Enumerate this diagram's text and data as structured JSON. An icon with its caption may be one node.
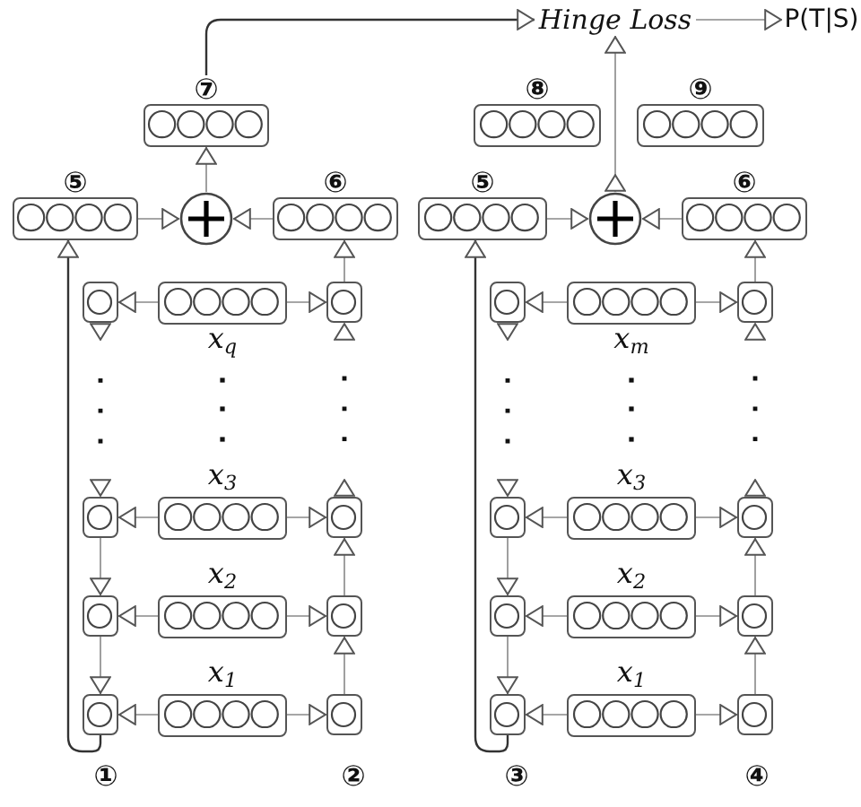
{
  "diagram": {
    "nodes": [
      {
        "text": [
          "⑦"
        ]
      },
      {
        "text": [
          "Hinge Loss"
        ]
      },
      {
        "text": [
          "P(T|S)"
        ]
      },
      {
        "text": [
          "⑧"
        ]
      },
      {
        "text": [
          "⑨"
        ]
      },
      {
        "text": [
          "⑤"
        ]
      },
      {
        "text": [],
        "shape": "circle"
      },
      {
        "text": [
          "⑥"
        ]
      },
      {
        "text": [
          "⑤"
        ]
      },
      {
        "text": [],
        "shape": "circle"
      },
      {
        "text": [
          "⑥"
        ]
      },
      {
        "text": [],
        "shape": "box"
      },
      {
        "text": [],
        "shape": "box",
        "beside": [
          "x$_{q}$"
        ]
      },
      {
        "text": [],
        "shape": "box"
      },
      {
        "text": [],
        "shape": "box"
      },
      {
        "text": [],
        "shape": "box",
        "beside": [
          "x$_{3}$"
        ]
      },
      {
        "text": [],
        "shape": "box"
      },
      {
        "text": [],
        "shape": "box"
      },
      {
        "text": [],
        "shape": "box",
        "beside": [
          "x$_{2}$"
        ]
      },
      {
        "text": [],
        "shape": "box"
      },
      {
        "text": [],
        "shape": "box"
      },
      {
        "text": [],
        "shape": "box",
        "beside": [
          "x$_{1}$"
        ]
      },
      {
        "text": [],
        "shape": "box"
      },
      {
        "text": [],
        "shape": "box"
      },
      {
        "text": [],
        "shape": "box",
        "beside": [
          "x$_{m}$"
        ]
      },
      {
        "text": [],
        "shape": "box"
      },
      {
        "text": [],
        "shape": "box"
      },
      {
        "text": [],
        "shape": "box",
        "beside": [
          "x$_{3}$"
        ]
      },
      {
        "text": [],
        "shape": "box"
      },
      {
        "text": [],
        "shape": "box"
      },
      {
        "text": [],
        "shape": "box",
        "beside": [
          "x$_{2}$"
        ]
      },
      {
        "text": [],
        "shape": "box"
      },
      {
        "text": [],
        "shape": "box"
      },
      {
        "text": [],
        "shape": "box",
        "beside": [
          "x$_{1}$"
        ]
      },
      {
        "text": [],
        "shape": "box"
      }
    ],
    "edges": [
      {
        "from": 12,
        "to": 11,
        "arrow": "to"
      },
      {
        "from": 12,
        "to": 13,
        "arrow": "to"
      },
      {
        "from": 15,
        "to": 14,
        "arrow": "to"
      },
      {
        "from": 15,
        "to": 16,
        "arrow": "to"
      },
      {
        "from": 18,
        "to": 17,
        "arrow": "to"
      },
      {
        "from": 18,
        "to": 19,
        "arrow": "to"
      },
      {
        "from": 21,
        "to": 20,
        "arrow": "to"
      },
      {
        "from": 21,
        "to": 22,
        "arrow": "to"
      },
      {
        "from": 11,
        "to": 14,
        "arrow": "to",
        "style": "dashed",
        "color": "#111111"
      },
      {
        "from": 14,
        "to": 17,
        "arrow": "to"
      },
      {
        "from": 17,
        "to": 20,
        "arrow": "to"
      },
      {
        "from": 22,
        "to": 19,
        "arrow": "to"
      },
      {
        "from": 19,
        "to": 16,
        "arrow": "to"
      },
      {
        "from": 16,
        "to": 13,
        "arrow": "to",
        "style": "dashed",
        "color": "#111111"
      },
      {
        "from": 20,
        "to": 5,
        "arrow": "to"
      },
      {
        "from": 13,
        "to": 7,
        "arrow": "to"
      },
      {
        "from": 5,
        "to": 6,
        "arrow": "to"
      },
      {
        "from": 7,
        "to": 6,
        "arrow": "to"
      },
      {
        "from": 6,
        "to": 0,
        "arrow": "to"
      },
      {
        "from": 24,
        "to": 23,
        "arrow": "to"
      },
      {
        "from": 24,
        "to": 25,
        "arrow": "to"
      },
      {
        "from": 27,
        "to": 26,
        "arrow": "to"
      },
      {
        "from": 27,
        "to": 28,
        "arrow": "to"
      },
      {
        "from": 30,
        "to": 29,
        "arrow": "to"
      },
      {
        "from": 30,
        "to": 31,
        "arrow": "to"
      },
      {
        "from": 33,
        "to": 32,
        "arrow": "to"
      },
      {
        "from": 33,
        "to": 34,
        "arrow": "to"
      },
      {
        "from": 23,
        "to": 26,
        "arrow": "to",
        "style": "dashed",
        "color": "#111111"
      },
      {
        "from": 26,
        "to": 29,
        "arrow": "to"
      },
      {
        "from": 29,
        "to": 32,
        "arrow": "to"
      },
      {
        "from": 34,
        "to": 31,
        "arrow": "to"
      },
      {
        "from": 31,
        "to": 28,
        "arrow": "to"
      },
      {
        "from": 28,
        "to": 25,
        "arrow": "to",
        "style": "dashed",
        "color": "#111111"
      },
      {
        "from": 32,
        "to": 8,
        "arrow": "to"
      },
      {
        "from": 25,
        "to": 10,
        "arrow": "to"
      },
      {
        "from": 8,
        "to": 9,
        "arrow": "to"
      },
      {
        "from": 10,
        "to": 9,
        "arrow": "to"
      },
      {
        "from": 0,
        "to": 1,
        "arrow": "to"
      },
      {
        "from": 9,
        "to": 1,
        "arrow": "to"
      },
      {
        "from": 1,
        "to": 2,
        "arrow": "to"
      }
    ],
    "labels": [
      "①",
      "②",
      "③",
      "④"
    ]
  }
}
